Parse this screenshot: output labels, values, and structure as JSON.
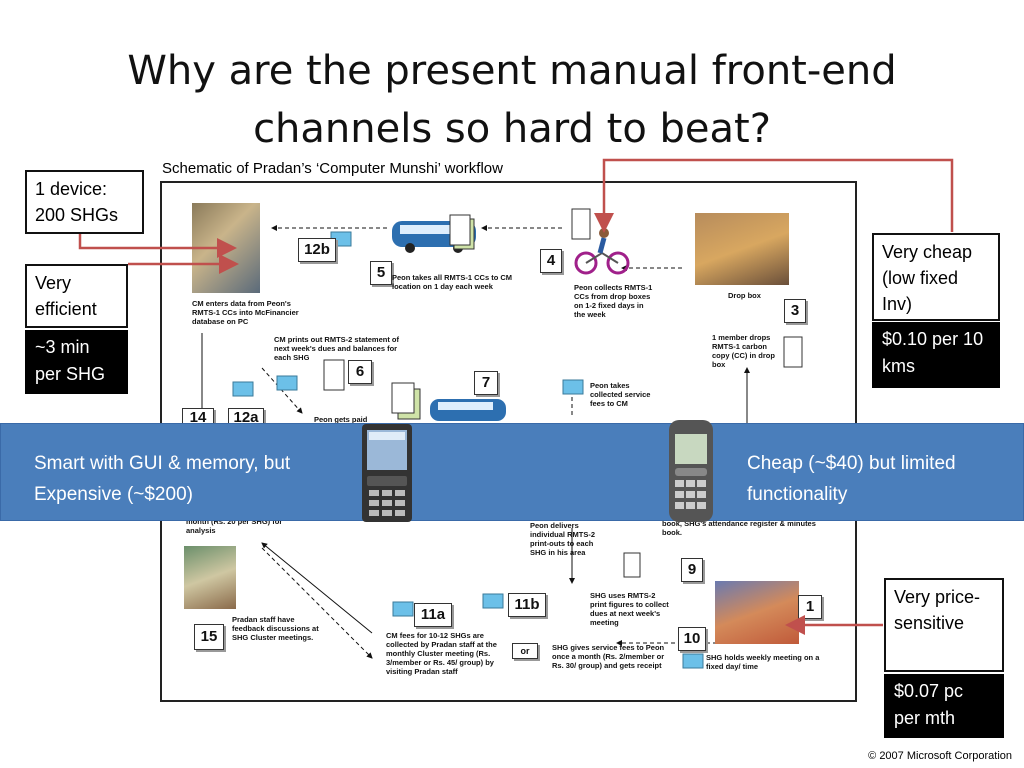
{
  "slide": {
    "title": "Why are the present manual front-end channels so hard to beat?",
    "subtitle": "Schematic of Pradan’s ‘Computer Munshi’ workflow",
    "copyright": "© 2007 Microsoft Corporation"
  },
  "callouts": {
    "device": "1 device: 200 SHGs",
    "efficient": "Very efficient",
    "efficient_value": "~3 min per SHG",
    "cheap": "Very cheap (low fixed Inv)",
    "cheap_value": "$0.10 per 10 kms",
    "price": "Very price-sensitive",
    "price_value": "$0.07 pc per mth"
  },
  "banner": {
    "left_text": "Smart with GUI & memory, but Expensive  (~$200)",
    "right_text": "Cheap (~$40) but limited functionality"
  },
  "diagram": {
    "steps": {
      "s12b": "12b",
      "s5": "5",
      "s4": "4",
      "s3": "3",
      "s6": "6",
      "s7": "7",
      "s14": "14",
      "s12a": "12a",
      "s9": "9",
      "s1": "1",
      "s11a": "11a",
      "s11b": "11b",
      "s10": "10",
      "s15": "15",
      "or": "or"
    },
    "texts": {
      "t5": "Peon takes all RMTS-1 CCs to CM location on 1 day each week",
      "t4": "Peon collects RMTS-1 CCs from drop boxes on 1-2 fixed days in the week",
      "dropbox": "Drop box",
      "t3": "1 member drops RMTS-1 carbon copy (CC) in drop box",
      "tcm": "CM enters data from Peon's RMTS-1 CCs into McFinancier database on PC",
      "t6": "CM prints out RMTS-2 statement of next week's dues and balances for each SHG",
      "tpaid": "Peon gets paid",
      "tfees": "Peon takes collected service fees to CM",
      "t14": "month (Rs. 20 per SHG) for analysis",
      "tbook": "book, SHG's attendance register & minutes book.",
      "tdeliver": "Peon delivers individual RMTS-2 print-outs to each SHG in his area",
      "t9": "SHG uses RMTS-2 print figures to collect dues at next week's meeting",
      "t15": "Pradan staff have feedback discussions at SHG Cluster meetings.",
      "t11a": "CM fees for 10-12 SHGs are collected by Pradan staff at the monthly Cluster meeting (Rs. 3/member or Rs. 45/ group) by visiting Pradan staff",
      "t10": "SHG gives service fees to Peon once a month (Rs. 2/member or Rs. 30/ group) and gets receipt",
      "t1": "SHG holds weekly meeting on a fixed day/ time"
    }
  },
  "colors": {
    "banner": "#4a7ebb",
    "arrow_red": "#c0504d",
    "black": "#000000"
  }
}
